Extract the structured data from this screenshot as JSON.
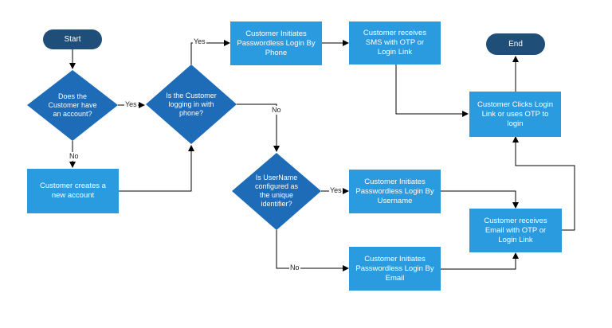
{
  "diagram": {
    "start": "Start",
    "end": "End",
    "decisions": {
      "has_account": "Does the Customer have an account?",
      "logging_phone": "Is the Customer logging in with phone?",
      "username_identifier": "Is UserName configured as the unique identifier?"
    },
    "processes": {
      "create_account": "Customer creates a new account",
      "initiate_phone": "Customer Initiates Passwordless Login By Phone",
      "receives_sms": "Customer receives SMS with OTP or Login Link",
      "clicks_login": "Customer Clicks Login Link or uses OTP to login",
      "initiate_username": "Customer Initiates Passwordless Login By Username",
      "receives_email": "Customer receives Email with OTP or Login Link",
      "initiate_email": "Customer Initiates Passwordless Login By Email"
    },
    "edge_labels": {
      "account_yes": "Yes",
      "account_no": "No",
      "phone_yes": "Yes",
      "phone_no": "No",
      "username_yes": "Yes",
      "username_no": "No"
    },
    "colors": {
      "process_fill": "#2b9be0",
      "decision_fill": "#1e6bb8",
      "terminal_fill": "#1f4e79",
      "connector": "#000000"
    }
  }
}
